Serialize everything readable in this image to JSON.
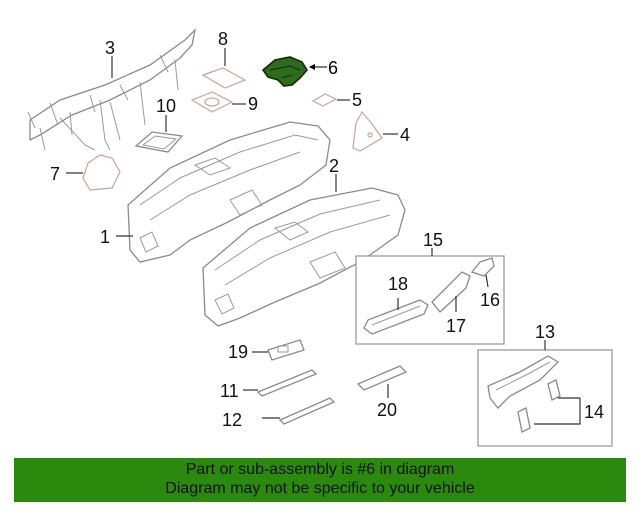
{
  "diagram": {
    "callouts": {
      "c1": "1",
      "c2": "2",
      "c3": "3",
      "c4": "4",
      "c5": "5",
      "c6": "6",
      "c7": "7",
      "c8": "8",
      "c9": "9",
      "c10": "10",
      "c11": "11",
      "c12": "12",
      "c13": "13",
      "c14": "14",
      "c15": "15",
      "c16": "16",
      "c17": "17",
      "c18": "18",
      "c19": "19",
      "c20": "20"
    },
    "highlight_color": "#2e6b1c",
    "highlighted_part": "6"
  },
  "footer": {
    "line1": "Part or sub-assembly is #6 in diagram",
    "line2": "Diagram may not be specific to your vehicle",
    "background": "#2b8a0e"
  }
}
